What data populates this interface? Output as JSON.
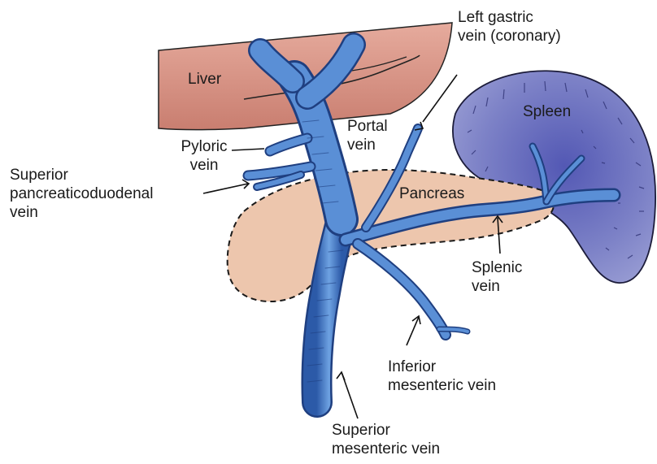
{
  "organs": {
    "liver": "Liver",
    "spleen": "Spleen",
    "pancreas": "Pancreas"
  },
  "labels": {
    "left_gastric": [
      "Left gastric",
      "vein (coronary)"
    ],
    "portal": [
      "Portal",
      "vein"
    ],
    "pyloric": [
      "Pyloric",
      "vein"
    ],
    "sup_pd": [
      "Superior",
      "pancreaticoduodenal",
      "vein"
    ],
    "splenic": [
      "Splenic",
      "vein"
    ],
    "inf_mes": [
      "Inferior",
      "mesenteric vein"
    ],
    "sup_mes": [
      "Superior",
      "mesenteric vein"
    ]
  },
  "colors": {
    "liver": "#d9988a",
    "liver_dark": "#b56f63",
    "spleen": "#7e83c8",
    "spleen_dark": "#464aa3",
    "pancreas": "#edc6ad",
    "vein": "#5a8fd6",
    "vein_dark": "#1f3f80",
    "outline": "#222222"
  }
}
